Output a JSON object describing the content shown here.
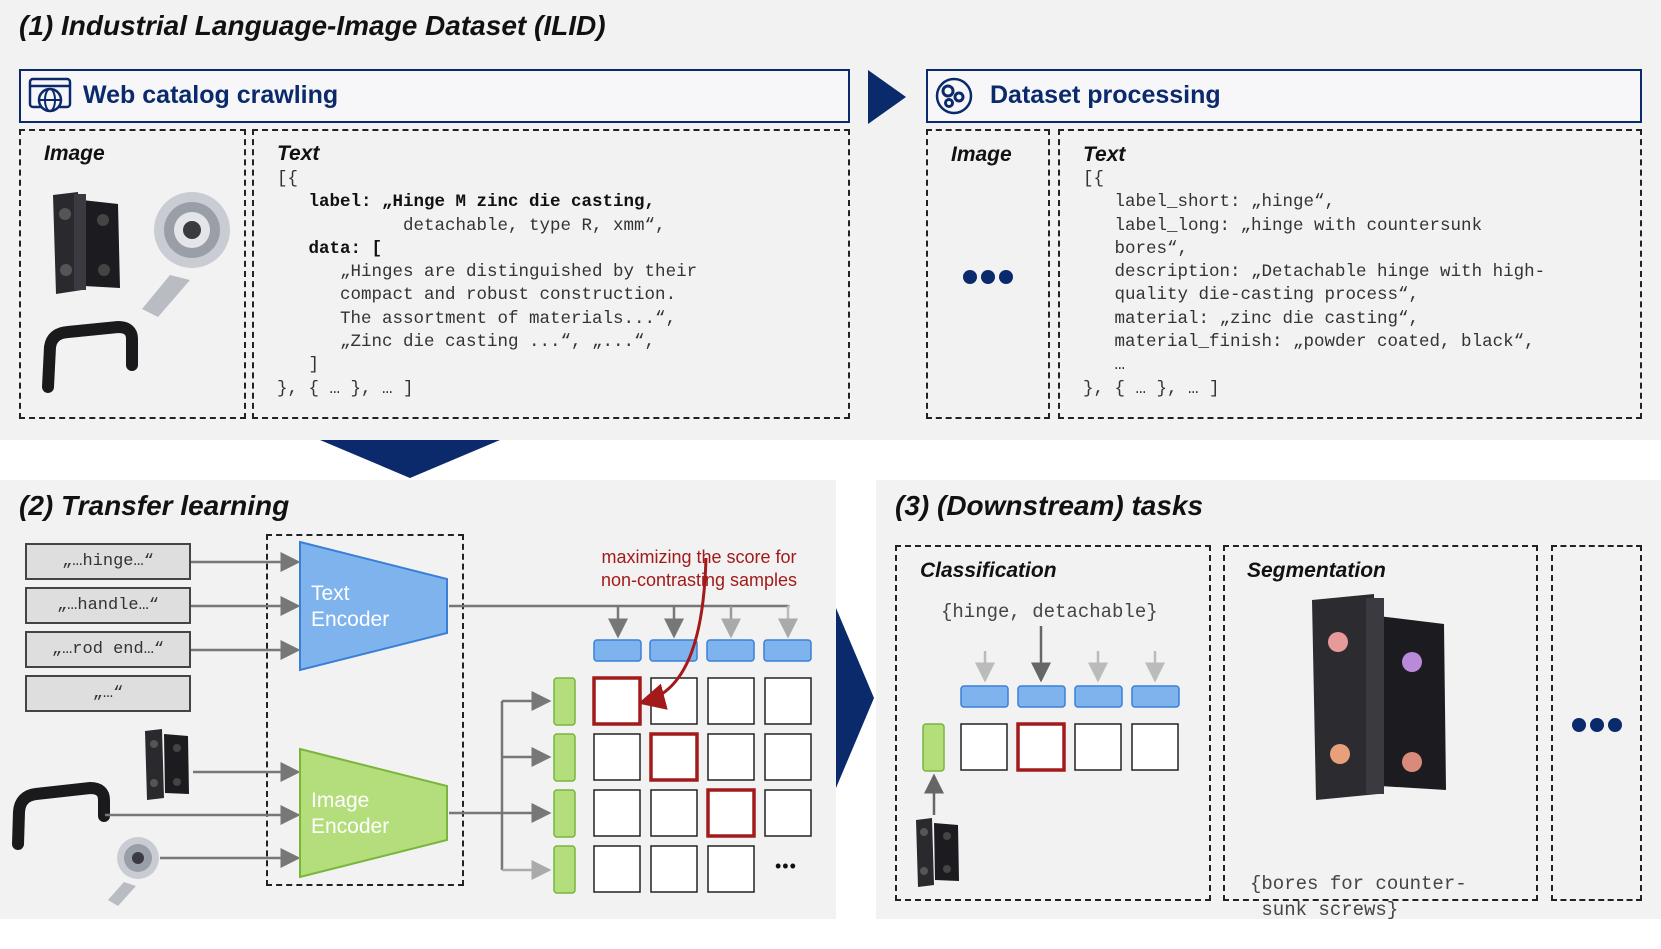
{
  "section1": {
    "title": "(1) Industrial Language-Image Dataset (ILID)",
    "crawl": {
      "title": "Web catalog crawling",
      "icon": "web-catalog-icon",
      "image_label": "Image",
      "text_label": "Text",
      "code": [
        "[{",
        "   label: „Hinge M zinc die casting,",
        "            detachable, type R, xmm“,",
        "   data: [",
        "      „Hinges are distinguished by their",
        "      compact and robust construction.",
        "      The assortment of materials...“,",
        "      „Zinc die casting ...“, „...“,",
        "   ]",
        "}, { … }, … ]"
      ]
    },
    "processing": {
      "title": "Dataset processing",
      "icon": "gears-icon",
      "image_label": "Image",
      "text_label": "Text",
      "code": [
        "[{",
        "   label_short: „hinge“,",
        "   label_long: „hinge with countersunk",
        "   bores“,",
        "   description: „Detachable hinge with high-",
        "   quality die-casting process“,",
        "   material: „zinc die casting“,",
        "   material_finish: „powder coated, black“,",
        "   …",
        "}, { … }, … ]"
      ]
    }
  },
  "section2": {
    "title": "(2) Transfer learning",
    "text_inputs": [
      "„…hinge…“",
      "„…handle…“",
      "„…rod end…“",
      "„…“"
    ],
    "text_encoder": [
      "Text",
      "Encoder"
    ],
    "image_encoder": [
      "Image",
      "Encoder"
    ],
    "annotation": [
      "maximizing the score for",
      "non-contrasting samples"
    ],
    "ellipsis": "•••"
  },
  "section3": {
    "title": "(3) (Downstream) tasks",
    "classification": {
      "label": "Classification",
      "prompt": "{hinge, detachable}"
    },
    "segmentation": {
      "label": "Segmentation",
      "prompt": [
        "{bores for counter-",
        " sunk screws}"
      ]
    }
  },
  "colors": {
    "navy": "#0a2a6b",
    "text_encoder": "#7eb3ee",
    "image_encoder": "#b4de7c",
    "highlight": "#a31a1a"
  }
}
